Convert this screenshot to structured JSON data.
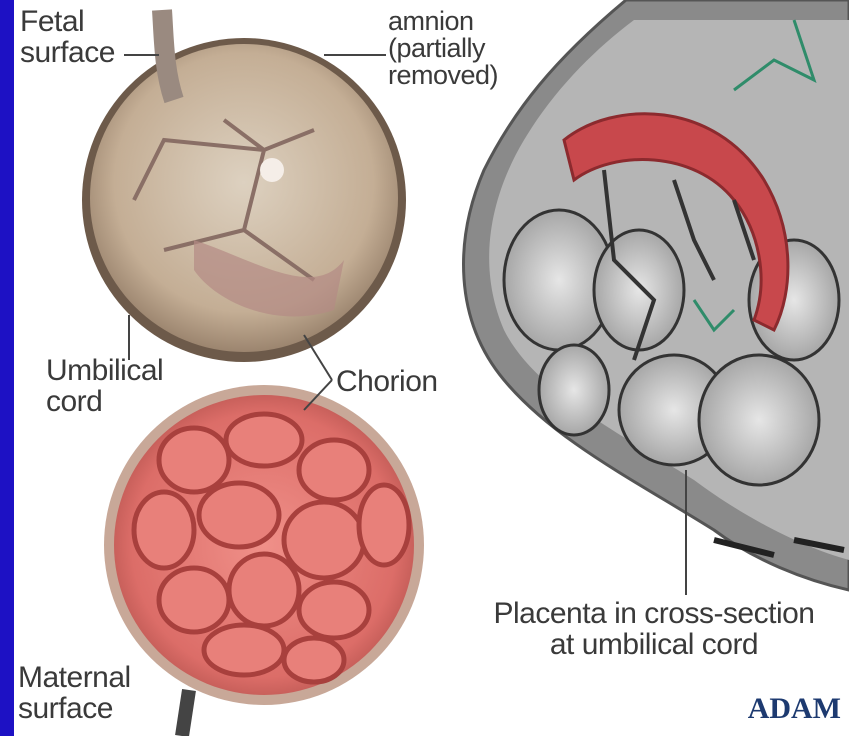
{
  "labels": {
    "fetal_surface": "Fetal\nsurface",
    "amnion": "amnion\n(partially\nremoved)",
    "umbilical_cord": "Umbilical\ncord",
    "chorion": "Chorion",
    "maternal_surface": "Maternal\nsurface",
    "cross_section": "Placenta in cross-section\nat umbilical cord"
  },
  "logo": "ADAM",
  "colors": {
    "border": "#1d11c4",
    "maternal_tissue": "#e07670",
    "fetal_tissue": "#c2ad93",
    "vessel_red": "#c8484c"
  }
}
